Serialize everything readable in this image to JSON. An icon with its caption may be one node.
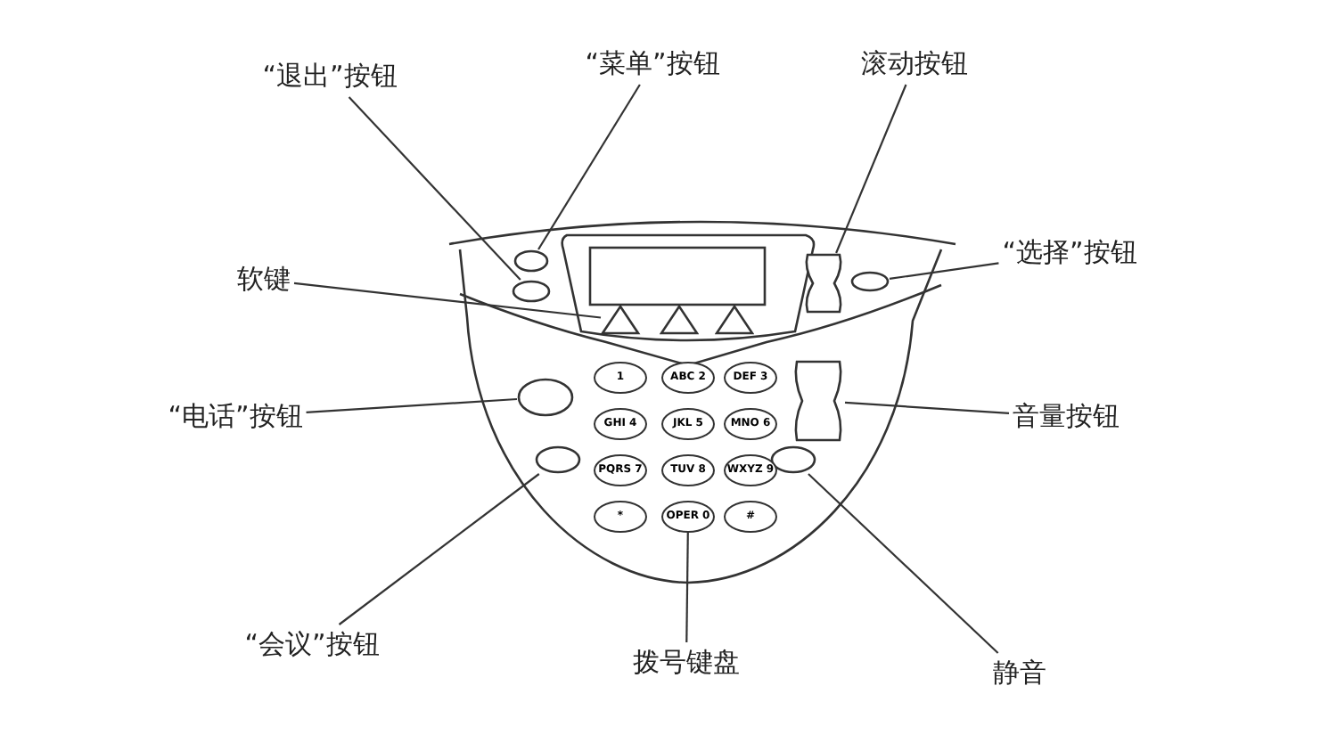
{
  "diagram": {
    "nodes": [
      {
        "text": [
          "“退出”按钮"
        ]
      },
      {
        "text": [
          "“菜单”按钮"
        ]
      },
      {
        "text": [
          "滚动按钮"
        ]
      },
      {
        "text": [
          "软键"
        ]
      },
      {
        "text": [
          "“选择”按钮"
        ]
      },
      {
        "text": [
          "“电话”按钮"
        ]
      },
      {
        "text": [
          "音量按钮"
        ]
      },
      {
        "text": [
          "“会议”按钮"
        ]
      },
      {
        "text": [
          "拨号键盘"
        ]
      },
      {
        "text": [
          "静音"
        ]
      },
      {
        "text": [],
        "shape": "button"
      },
      {
        "text": [],
        "shape": "button"
      },
      {
        "text": [],
        "shape": "button"
      },
      {
        "text": [],
        "shape": "triangle"
      },
      {
        "text": [],
        "shape": "button"
      },
      {
        "text": [],
        "shape": "button"
      },
      {
        "text": [],
        "shape": "button"
      },
      {
        "text": [],
        "shape": "button"
      },
      {
        "text": [],
        "shape": "button"
      },
      {
        "text": [
          "OPER 0"
        ]
      }
    ],
    "edges": [
      {
        "from": 0,
        "to": 10,
        "arrow": "none"
      },
      {
        "from": 1,
        "to": 11,
        "arrow": "none"
      },
      {
        "from": 2,
        "to": 12,
        "arrow": "none"
      },
      {
        "from": 3,
        "to": 13,
        "arrow": "none"
      },
      {
        "from": 4,
        "to": 14,
        "arrow": "none"
      },
      {
        "from": 5,
        "to": 15,
        "arrow": "none"
      },
      {
        "from": 6,
        "to": 16,
        "arrow": "none"
      },
      {
        "from": 7,
        "to": 17,
        "arrow": "none"
      },
      {
        "from": 8,
        "to": 19,
        "arrow": "none"
      },
      {
        "from": 9,
        "to": 18,
        "arrow": "none"
      }
    ],
    "labels": [
      "1",
      "ABC 2",
      "DEF 3",
      "GHI 4",
      "JKL 5",
      "MNO 6",
      "PQRS 7",
      "TUV 8",
      "WXYZ 9",
      "*",
      "#"
    ]
  }
}
